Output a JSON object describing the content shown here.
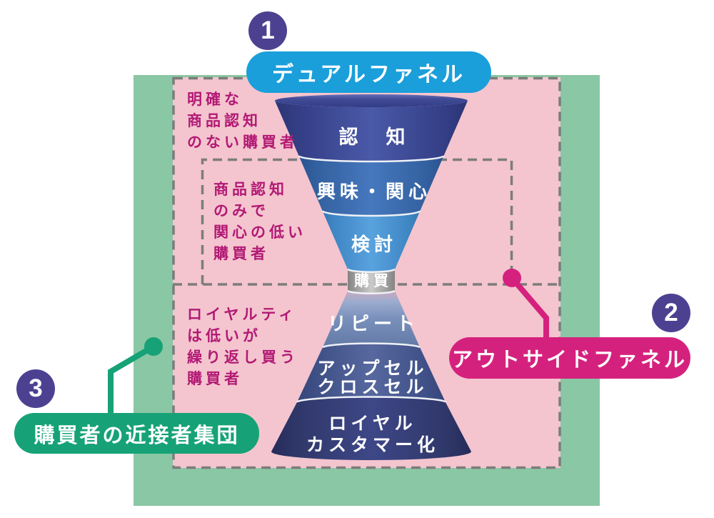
{
  "legend_labels": {
    "dual_funnel": {
      "badge": "1",
      "text": "デュアルファネル",
      "bg": "#1A9FDA"
    },
    "outside_funnel": {
      "badge": "2",
      "text": "アウトサイドファネル",
      "bg": "#D5217E"
    },
    "proximity_group": {
      "badge": "3",
      "text": "購買者の近接者集団",
      "bg": "#16A276"
    }
  },
  "badge_color": "#4C4191",
  "areas": {
    "outer_green": "#8AC7A4",
    "inner_pink": "#F4C5CE",
    "dash_color": "#7C7C7C"
  },
  "funnel": {
    "stages": [
      {
        "name": "awareness",
        "label": "認　知",
        "color": "#3D4F9B"
      },
      {
        "name": "interest",
        "label": "興味・関心",
        "color": "#3E6DB3"
      },
      {
        "name": "consideration",
        "label": "検討",
        "color": "#4F97D4"
      },
      {
        "name": "purchase",
        "label": "購買",
        "color": "#B5B5B5"
      },
      {
        "name": "repeat",
        "label": "リピート",
        "color": "#7089B5"
      },
      {
        "name": "upsell",
        "label": "アップセル",
        "label2": "クロスセル",
        "color": "#4A5C94"
      },
      {
        "name": "loyal",
        "label": "ロイヤル",
        "label2": "カスタマー化",
        "color": "#3A4384"
      }
    ]
  },
  "annotations": [
    {
      "lines": [
        "明確な",
        "商品認知",
        "のない購買者"
      ],
      "color": "#B21975"
    },
    {
      "lines": [
        "商品認知",
        "のみで",
        "関心の低い",
        "購買者"
      ],
      "color": "#B21975"
    },
    {
      "lines": [
        "ロイヤルティ",
        "は低いが",
        "繰り返し買う",
        "購買者"
      ],
      "color": "#B21975"
    }
  ]
}
